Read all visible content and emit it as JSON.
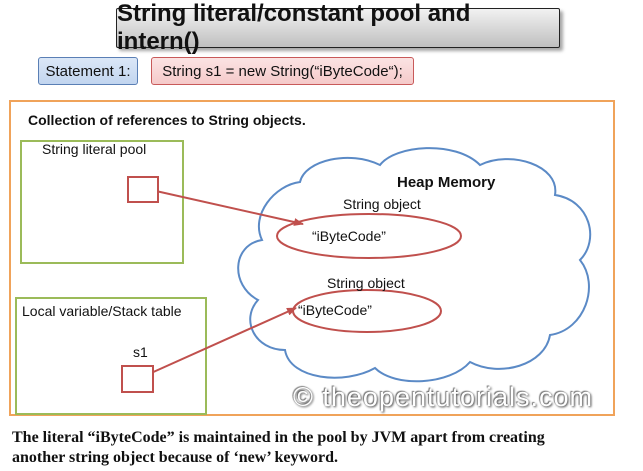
{
  "title": "String literal/constant pool and intern()",
  "statement": {
    "label": "Statement 1:",
    "code": "String s1 = new String(“iByteCode“);"
  },
  "collection_title": "Collection of references to String objects.",
  "string_literal_pool": {
    "label": "String literal pool"
  },
  "local_variable_table": {
    "label": "Local variable/Stack table",
    "variable": "s1"
  },
  "heap": {
    "title": "Heap Memory",
    "objects": [
      {
        "label": "String object",
        "value": "“iByteCode”"
      },
      {
        "label": "String object",
        "value": "“iByteCode”"
      }
    ]
  },
  "watermark": "© theopentutorials.com",
  "caption": {
    "line1": "The literal “iByteCode” is maintained in the pool by JVM apart from creating",
    "line2": "another string object because of ‘new’ keyword."
  },
  "colors": {
    "frame": "#f0a35a",
    "box_border": "#9bbb59",
    "reference": "#c0504d",
    "statement_label_bg": "#c2d5ef",
    "statement_code_bg": "#f5caca"
  }
}
